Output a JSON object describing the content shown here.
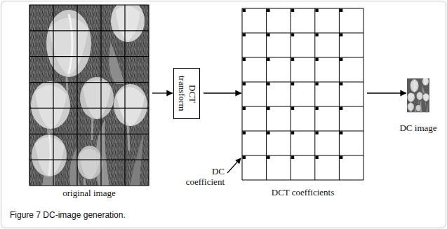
{
  "diagram": {
    "caption": "Figure 7 DC-image generation.",
    "nodes": [
      {
        "text": [
          "original image"
        ]
      },
      {
        "text": [
          "DCT transform"
        ]
      },
      {
        "text": [
          "DCT coefficients"
        ]
      },
      {
        "text": [
          "DC image"
        ]
      }
    ],
    "edges": [
      {
        "from": 0,
        "to": 1,
        "arrow": "to"
      },
      {
        "from": 1,
        "to": 2,
        "arrow": "to"
      },
      {
        "from": 2,
        "to": 3,
        "arrow": "to"
      }
    ],
    "labels": [
      "DC coefficient"
    ]
  }
}
